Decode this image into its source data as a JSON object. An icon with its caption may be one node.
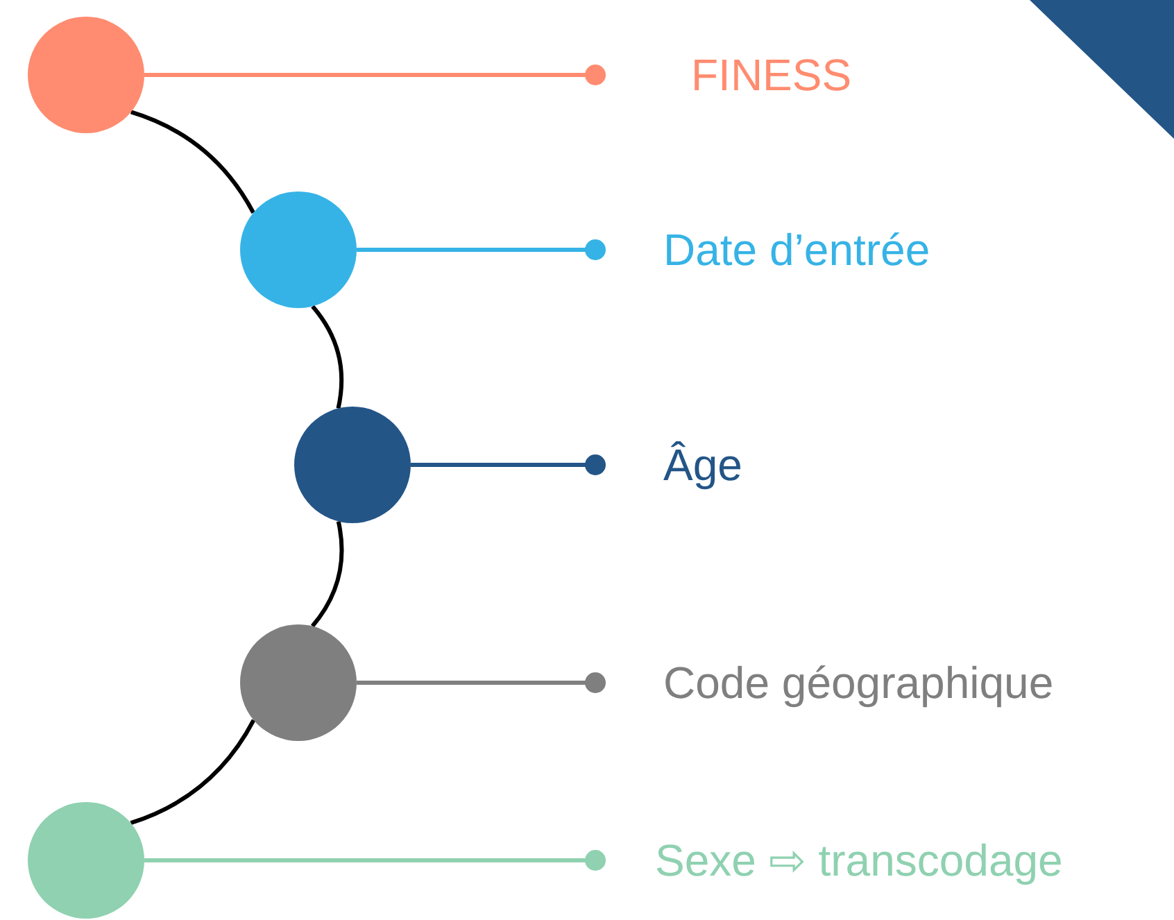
{
  "diagram": {
    "nodes": [
      {
        "text": [],
        "shape": "circle"
      },
      {
        "text": [],
        "shape": "circle"
      },
      {
        "text": [],
        "shape": "circle"
      },
      {
        "text": [],
        "shape": "circle"
      },
      {
        "text": [],
        "shape": "circle"
      },
      {
        "text": [
          "FINESS"
        ]
      },
      {
        "text": [
          "Date d’entrée"
        ]
      },
      {
        "text": [
          "Âge"
        ]
      },
      {
        "text": [
          "Code géographique"
        ]
      },
      {
        "text": [
          "Sexe ⇨ transcodage"
        ]
      }
    ],
    "edges": [
      {
        "from": 0,
        "to": 1,
        "arrow": "none",
        "color": "#000000"
      },
      {
        "from": 1,
        "to": 2,
        "arrow": "none",
        "color": "#000000"
      },
      {
        "from": 2,
        "to": 3,
        "arrow": "none",
        "color": "#000000"
      },
      {
        "from": 3,
        "to": 4,
        "arrow": "none",
        "color": "#000000"
      },
      {
        "from": 0,
        "to": 5,
        "arrow": "other",
        "color": "#ff8c70"
      },
      {
        "from": 1,
        "to": 6,
        "arrow": "other",
        "color": "#36b3e6"
      },
      {
        "from": 2,
        "to": 7,
        "arrow": "other",
        "color": "#235587"
      },
      {
        "from": 3,
        "to": 8,
        "arrow": "other",
        "color": "#7f7f7f"
      },
      {
        "from": 4,
        "to": 9,
        "arrow": "other",
        "color": "#8fd1b0"
      }
    ]
  }
}
